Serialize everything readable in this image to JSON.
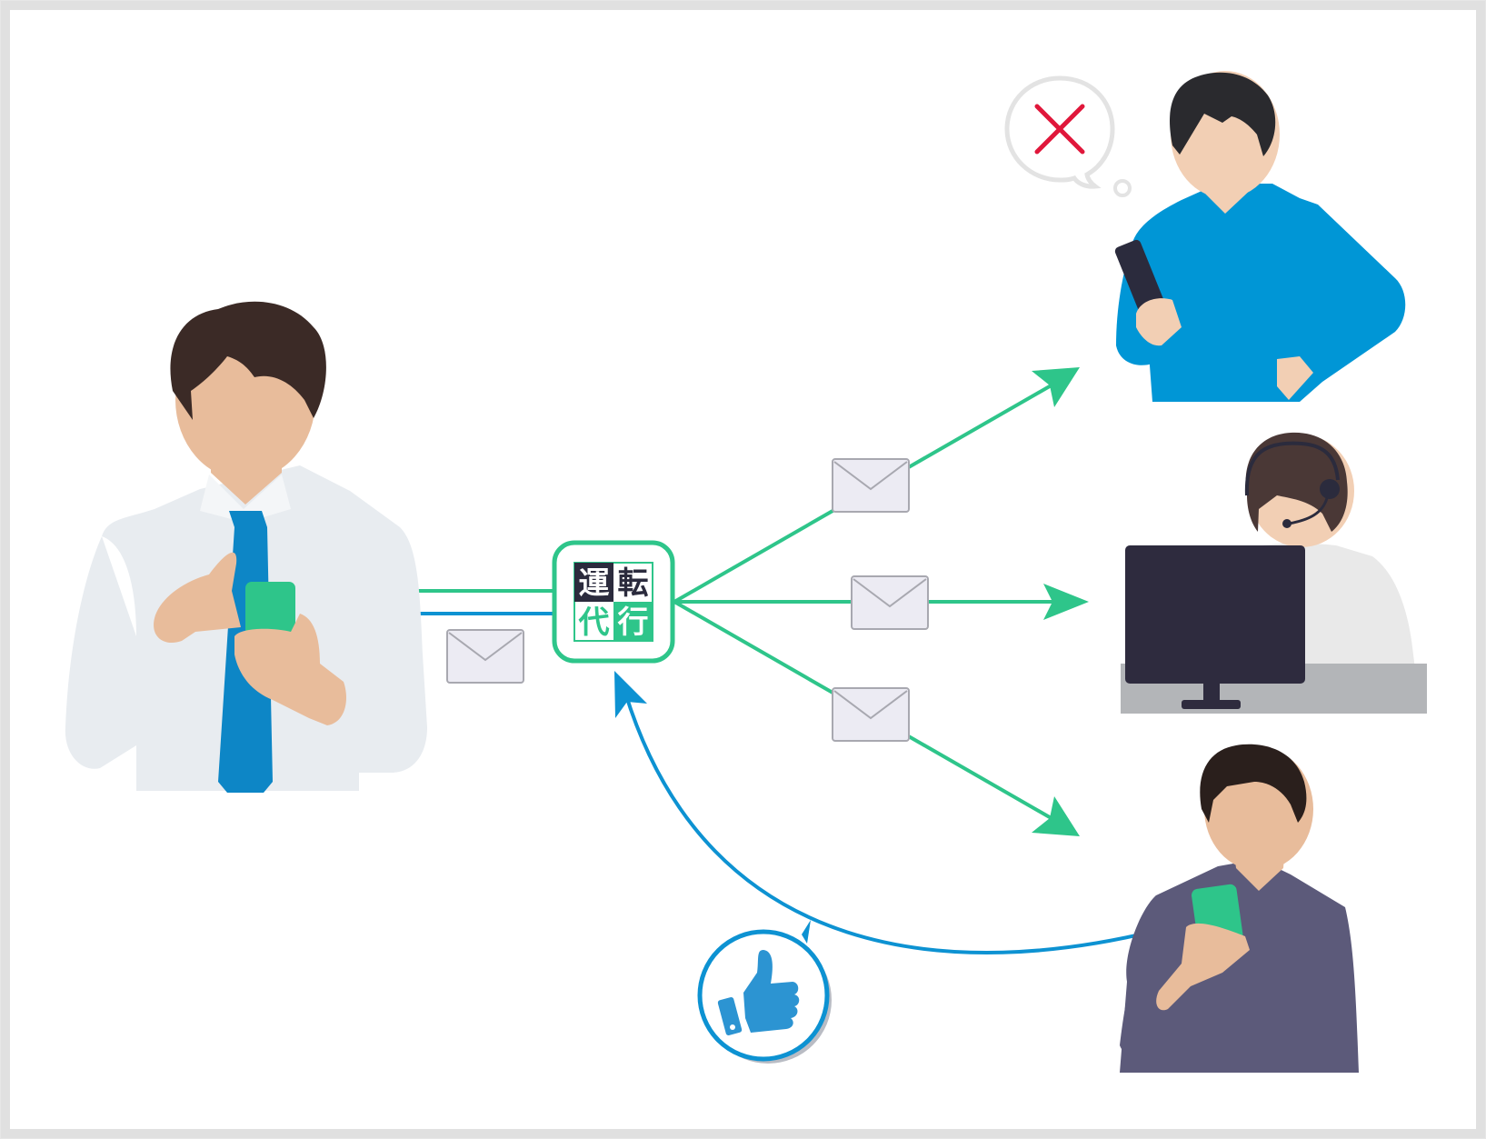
{
  "app_logo": {
    "chars": [
      "運",
      "転",
      "代",
      "行"
    ],
    "colors": {
      "dark": "#2b2b3d",
      "green": "#2ec58a",
      "white": "#ffffff"
    }
  },
  "nodes": {
    "requester": {
      "shirt": "white",
      "tie": "blue",
      "phone_color": "#2ec58a"
    },
    "recipient_refuses": {
      "thought": "cross-icon",
      "thought_color": "#e0173b"
    },
    "recipient_operator": {
      "device": "monitor",
      "headset": true
    },
    "recipient_accepts": {
      "phone_color": "#2ec58a",
      "reaction": "thumbs-up-icon"
    }
  },
  "colors": {
    "green_arrow": "#2ec58a",
    "blue_arrow": "#0d92d2",
    "envelope_fill": "#ecebf3",
    "envelope_stroke": "#a8a8b0",
    "frame": "#e0e0e0"
  }
}
